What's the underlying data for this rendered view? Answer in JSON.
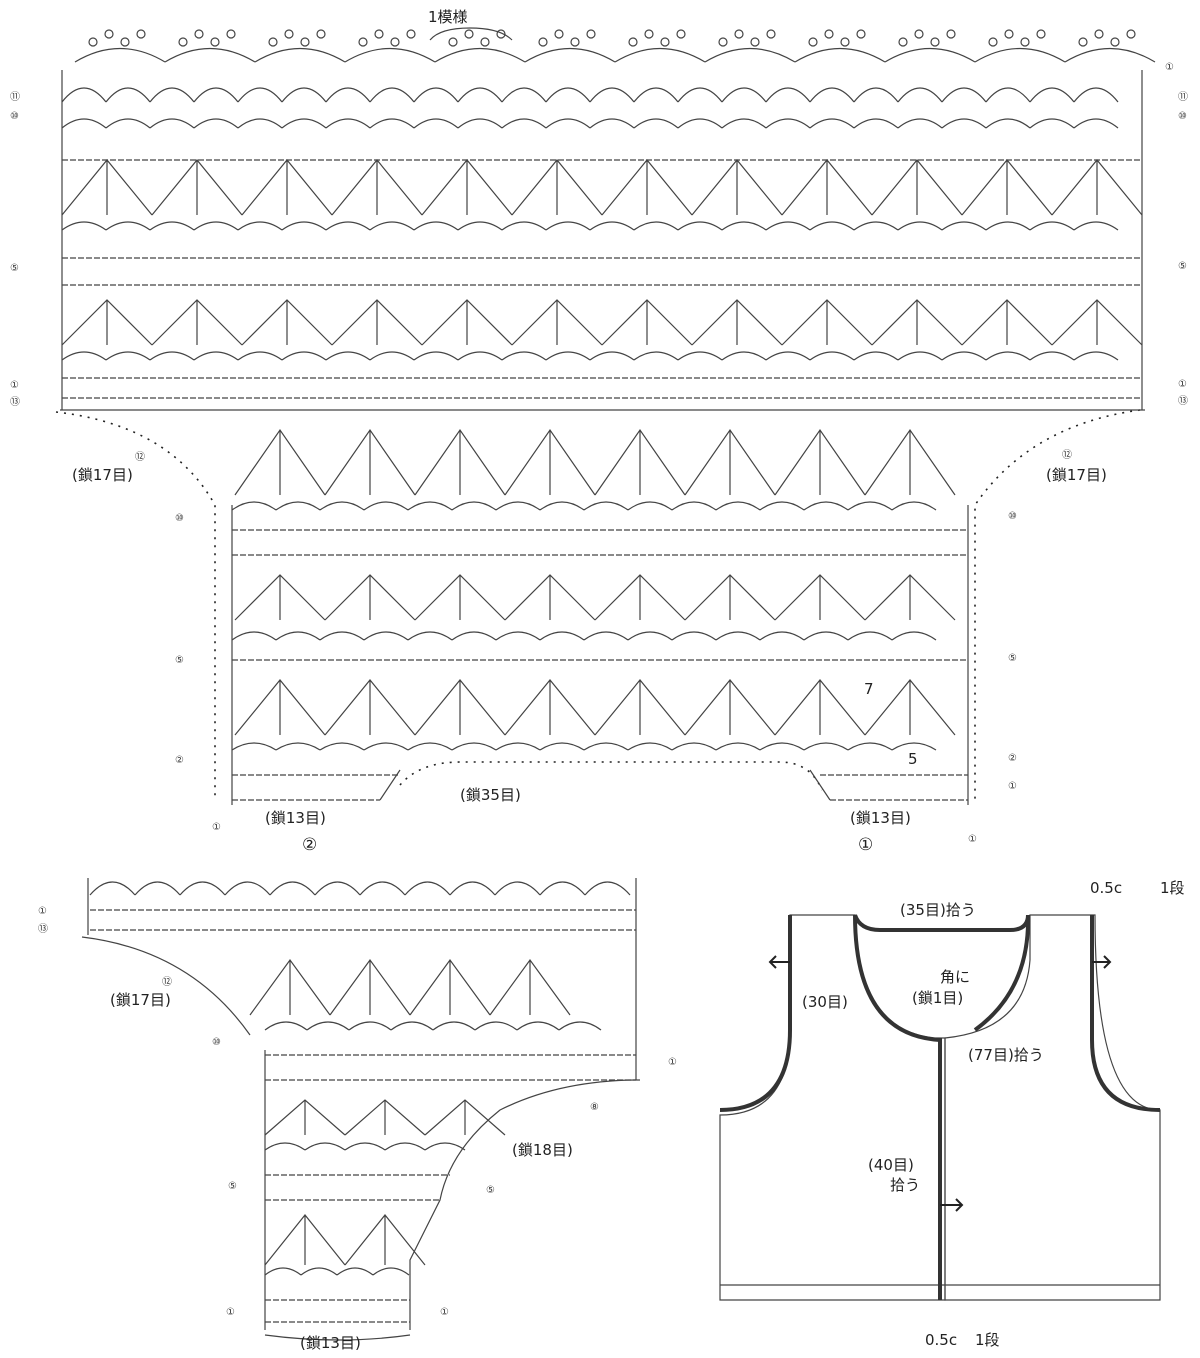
{
  "title": "1模様",
  "main": {
    "row_labels_left": [
      "⑪",
      "⑩",
      "⑤",
      "①",
      "⑬",
      "⑫",
      "⑩",
      "⑤",
      "②",
      "①"
    ],
    "row_labels_right": [
      "①",
      "⑪",
      "⑩",
      "⑤",
      "①",
      "⑬",
      "⑫",
      "⑩",
      "⑤",
      "②",
      "①",
      "①"
    ],
    "chain_left": "(鎖17目)",
    "chain_right": "(鎖17目)",
    "chain_center": "(鎖35目)",
    "chain_bottom_left": "(鎖13目)",
    "chain_bottom_right": "(鎖13目)",
    "piece_left": "②",
    "piece_right": "①",
    "num_7": "7",
    "num_5": "5"
  },
  "side": {
    "row_labels": [
      "①",
      "⑬",
      "⑫",
      "⑩",
      "①",
      "⑧",
      "⑤",
      "⑤",
      "①",
      "①"
    ],
    "chain_top": "(鎖17目)",
    "chain_mid": "(鎖18目)",
    "chain_bottom": "(鎖13目)"
  },
  "schematic": {
    "neck_pick": "(35目)拾う",
    "top_width": "0.5c",
    "top_rows": "1段",
    "front_stitches": "(30目)",
    "corner_1": "角に",
    "corner_2": "(鎖1目)",
    "side_pick": "(77目)拾う",
    "front_lower_1": "(40目)",
    "front_lower_2": "拾う",
    "bottom_width": "0.5c",
    "bottom_rows": "1段"
  }
}
